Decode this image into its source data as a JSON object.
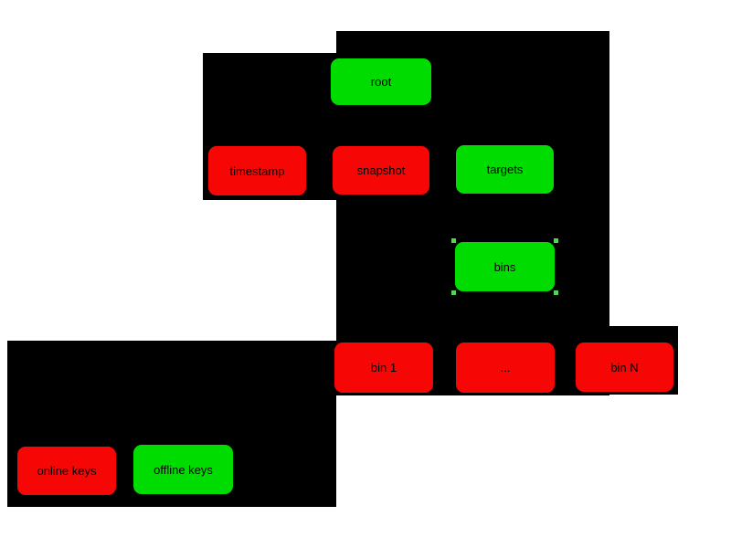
{
  "colors": {
    "panel": "#000000",
    "online_key_color": "#f70606",
    "offline_key_color": "#00dc00",
    "canvas": "#ffffff",
    "text": "#000000"
  },
  "nodes": [
    {
      "id": "root",
      "label": "root",
      "key_type": "offline"
    },
    {
      "id": "timestamp",
      "label": "timestamp",
      "key_type": "online"
    },
    {
      "id": "snapshot",
      "label": "snapshot",
      "key_type": "online"
    },
    {
      "id": "targets",
      "label": "targets",
      "key_type": "offline"
    },
    {
      "id": "bins",
      "label": "bins",
      "key_type": "offline",
      "selected": true
    },
    {
      "id": "bin-1",
      "label": "bin 1",
      "key_type": "online"
    },
    {
      "id": "bin-ellipsis",
      "label": "...",
      "key_type": "online"
    },
    {
      "id": "bin-n",
      "label": "bin N",
      "key_type": "online"
    },
    {
      "id": "online-keys",
      "label": "online keys",
      "key_type": "online"
    },
    {
      "id": "offline-keys",
      "label": "offline keys",
      "key_type": "offline"
    }
  ]
}
